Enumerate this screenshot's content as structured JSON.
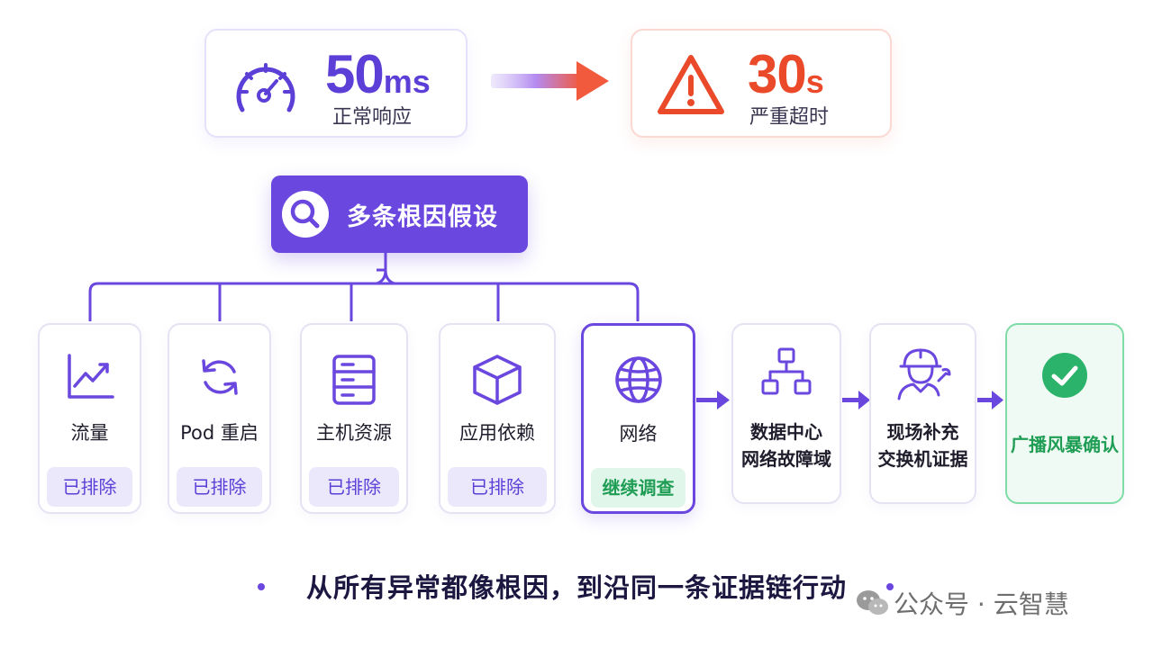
{
  "metrics": {
    "normal": {
      "value": "50",
      "unit": "ms",
      "caption": "正常响应",
      "icon": "speedometer-icon",
      "color": "#5b3fd6"
    },
    "timeout": {
      "value": "30",
      "unit": "s",
      "caption": "严重超时",
      "icon": "warning-triangle-icon",
      "color": "#ea4a2a"
    }
  },
  "hypothesis": {
    "label": "多条根因假设",
    "icon": "search-icon"
  },
  "candidates": [
    {
      "title": "流量",
      "status": "已排除",
      "icon": "trend-chart-icon"
    },
    {
      "title": "Pod 重启",
      "status": "已排除",
      "icon": "refresh-icon"
    },
    {
      "title": "主机资源",
      "status": "已排除",
      "icon": "server-icon"
    },
    {
      "title": "应用依赖",
      "status": "已排除",
      "icon": "cube-icon"
    },
    {
      "title": "网络",
      "status": "继续调查",
      "icon": "globe-icon"
    }
  ],
  "steps": [
    {
      "line1": "数据中心",
      "line2": "网络故障域",
      "icon": "network-topology-icon"
    },
    {
      "line1": "现场补充",
      "line2": "交换机证据",
      "icon": "engineer-icon"
    },
    {
      "line1": "广播风暴确认",
      "icon": "check-circle-icon"
    }
  ],
  "slogan": "从所有异常都像根因，到沿同一条证据链行动",
  "watermark": "公众号 · 云智慧",
  "colors": {
    "primary": "#6a47de",
    "danger": "#ea4a2a",
    "success": "#1f9d55"
  }
}
